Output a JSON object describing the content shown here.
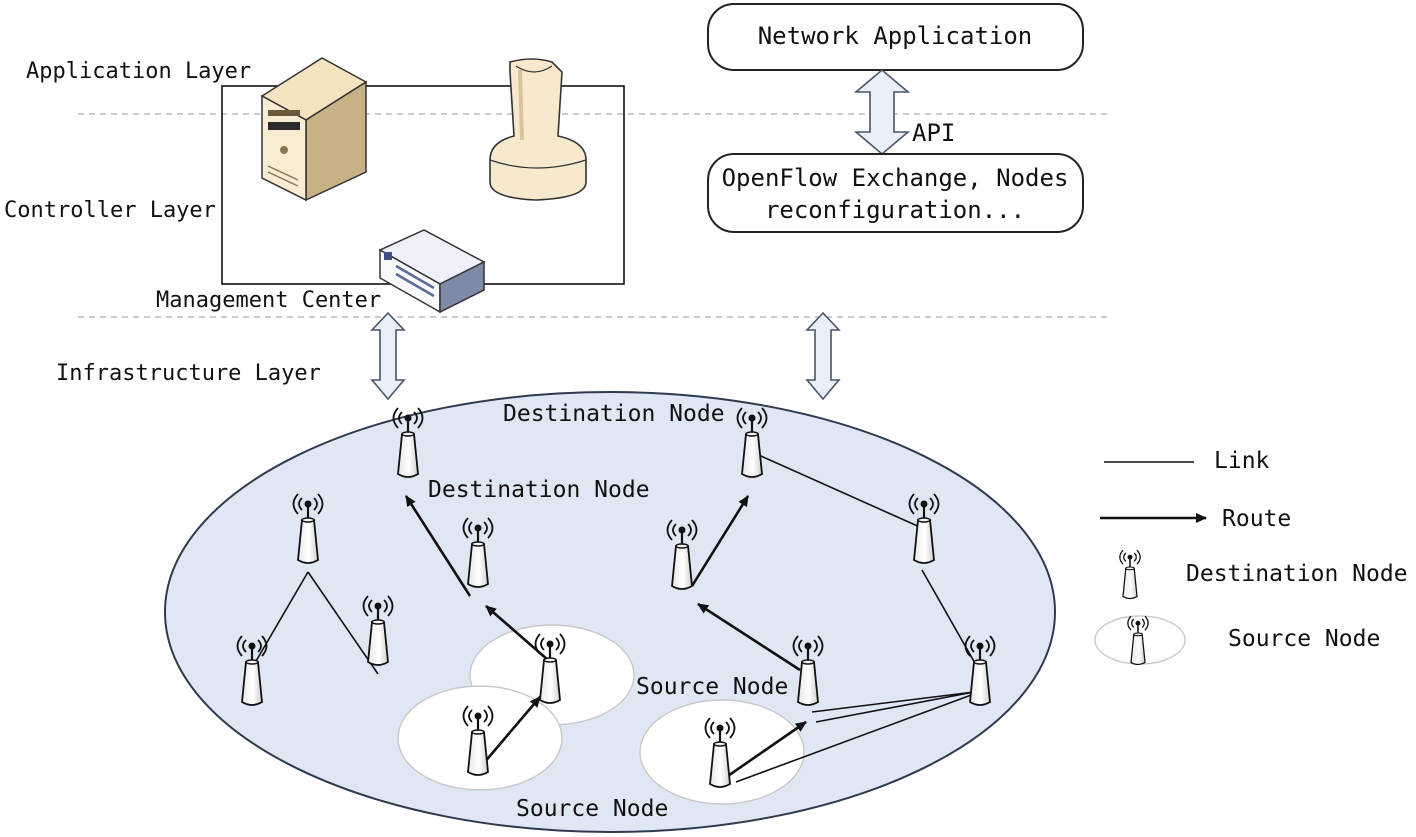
{
  "layers": {
    "application": "Application Layer",
    "controller": "Controller Layer",
    "infrastructure": "Infrastructure Layer"
  },
  "management_center": "Management Center",
  "boxes": {
    "network_application": "Network Application",
    "api": "API",
    "openflow_line1": "OpenFlow Exchange, Nodes",
    "openflow_line2": "reconfiguration..."
  },
  "nodes": {
    "destination_top": "Destination Node",
    "destination_mid": "Destination Node",
    "source_right": "Source Node",
    "source_bottom": "Source Node"
  },
  "legend": {
    "link": "Link",
    "route": "Route",
    "destination": "Destination Node",
    "source": "Source Node"
  },
  "colors": {
    "network_fill": "#dfe7f4",
    "network_stroke": "#2e3a4d",
    "source_area_fill": "#ffffff",
    "arrow_fill": "#eaf0fa"
  },
  "icons": [
    "server-icon",
    "controller-icon",
    "switch-icon",
    "antenna-icon"
  ]
}
